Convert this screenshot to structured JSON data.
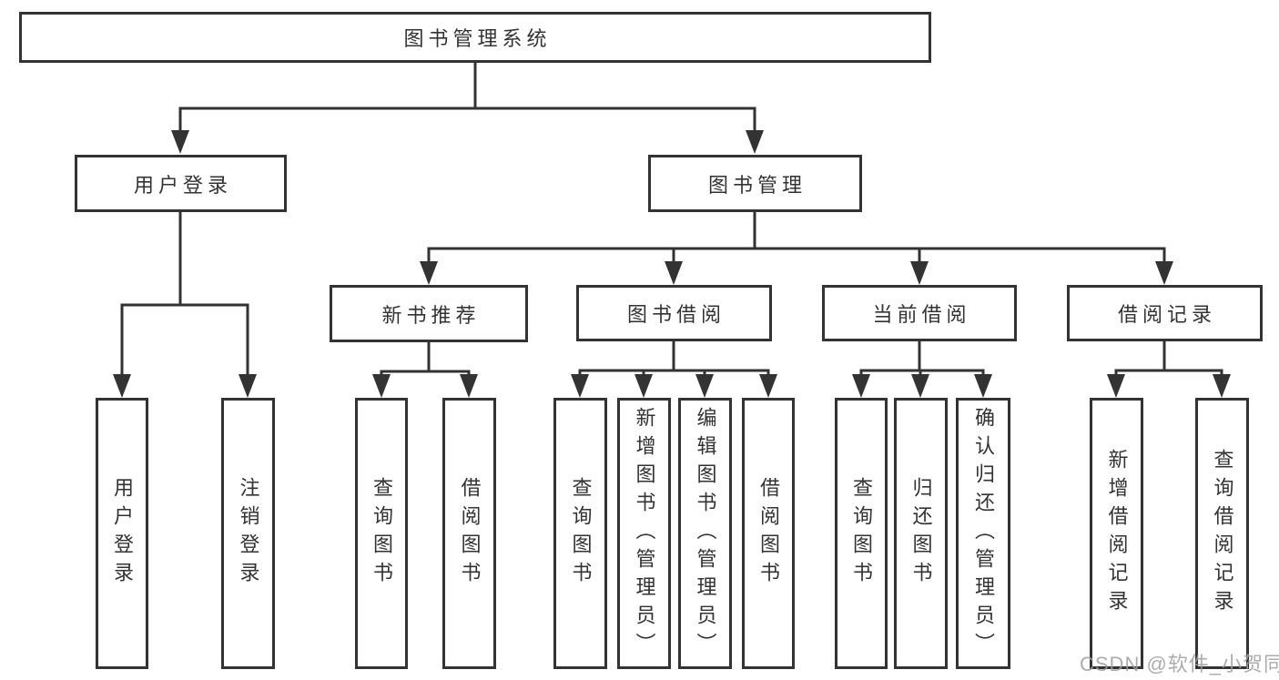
{
  "tree": {
    "label": "图书管理系统",
    "children": [
      {
        "label": "用户登录",
        "children": [
          {
            "label": "用户登录"
          },
          {
            "label": "注销登录"
          }
        ]
      },
      {
        "label": "图书管理",
        "children": [
          {
            "label": "新书推荐",
            "children": [
              {
                "label": "查询图书"
              },
              {
                "label": "借阅图书"
              }
            ]
          },
          {
            "label": "图书借阅",
            "children": [
              {
                "label": "查询图书"
              },
              {
                "label": "新增图书（管理员）"
              },
              {
                "label": "编辑图书（管理员）"
              },
              {
                "label": "借阅图书"
              }
            ]
          },
          {
            "label": "当前借阅",
            "children": [
              {
                "label": "查询图书"
              },
              {
                "label": "归还图书"
              },
              {
                "label": "确认归还（管理员）"
              }
            ]
          },
          {
            "label": "借阅记录",
            "children": [
              {
                "label": "新增借阅记录"
              },
              {
                "label": "查询借阅记录"
              }
            ]
          }
        ]
      }
    ]
  },
  "watermark": {
    "text": "CSDN @软件_小贺同学"
  },
  "colors": {
    "line": "#333333",
    "text": "#333333",
    "box_bg": "#ffffff",
    "background": "#ffffff",
    "watermark": "#9e9e9e"
  }
}
